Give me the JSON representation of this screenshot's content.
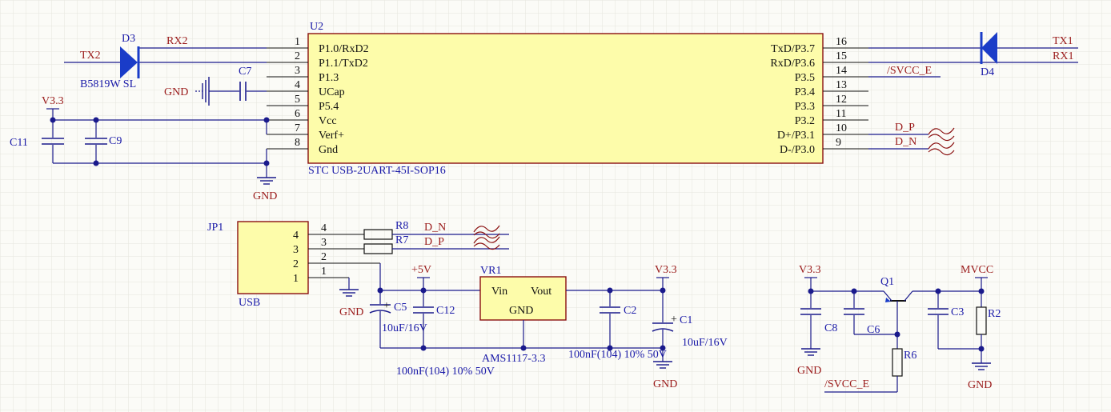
{
  "theme": {
    "background": "#fbfbf7",
    "grid": "#e6e6dc",
    "wire": "#1a1a8c",
    "body_fill": "#fdfcaa",
    "body_stroke": "#8a1010",
    "net_label": "#9a1a1a",
    "designator": "#1a1aa8"
  },
  "u2": {
    "designator": "U2",
    "part": "STC USB-2UART-45I-SOP16",
    "left_pins": [
      {
        "num": "1",
        "name": "P1.0/RxD2"
      },
      {
        "num": "2",
        "name": "P1.1/TxD2"
      },
      {
        "num": "3",
        "name": "P1.3"
      },
      {
        "num": "4",
        "name": "UCap"
      },
      {
        "num": "5",
        "name": "P5.4"
      },
      {
        "num": "6",
        "name": "Vcc"
      },
      {
        "num": "7",
        "name": "Verf+"
      },
      {
        "num": "8",
        "name": "Gnd"
      }
    ],
    "right_pins": [
      {
        "num": "16",
        "name": "TxD/P3.7"
      },
      {
        "num": "15",
        "name": "RxD/P3.6"
      },
      {
        "num": "14",
        "name": "P3.5"
      },
      {
        "num": "13",
        "name": "P3.4"
      },
      {
        "num": "12",
        "name": "P3.3"
      },
      {
        "num": "11",
        "name": "P3.2"
      },
      {
        "num": "10",
        "name": "D+/P3.1"
      },
      {
        "num": "9",
        "name": "D-/P3.0"
      }
    ]
  },
  "d3": {
    "designator": "D3",
    "part": "B5819W SL"
  },
  "d4": {
    "designator": "D4"
  },
  "nets": {
    "rx2": "RX2",
    "tx2": "TX2",
    "tx1": "TX1",
    "rx1": "RX1",
    "svcc_e": "/SVCC_E",
    "d_p": "D_P",
    "d_n": "D_N",
    "gnd": "GND",
    "v33": "V3.3",
    "p5v": "+5V",
    "mvcc": "MVCC"
  },
  "caps": {
    "c7": "C7",
    "c11": "C11",
    "c9": "C9",
    "c5": "C5",
    "c12": "C12",
    "c2": "C2",
    "c1": "C1",
    "c8": "C8",
    "c6": "C6",
    "c3": "C3"
  },
  "values": {
    "c5": "10uF/16V",
    "c1": "10uF/16V",
    "c12": "100nF(104) 10% 50V",
    "c2": "100nF(104) 10% 50V",
    "vr1_part": "AMS1117-3.3"
  },
  "jp1": {
    "designator": "JP1",
    "part": "USB",
    "pins": [
      "4",
      "3",
      "2",
      "1"
    ],
    "wire_pins": [
      "4",
      "3",
      "2",
      "1"
    ]
  },
  "resistors": {
    "r8": "R8",
    "r7": "R7",
    "r6": "R6",
    "r2": "R2"
  },
  "vr1": {
    "designator": "VR1",
    "vin": "Vin",
    "vout": "Vout",
    "gnd": "GND"
  },
  "q1": {
    "designator": "Q1"
  }
}
